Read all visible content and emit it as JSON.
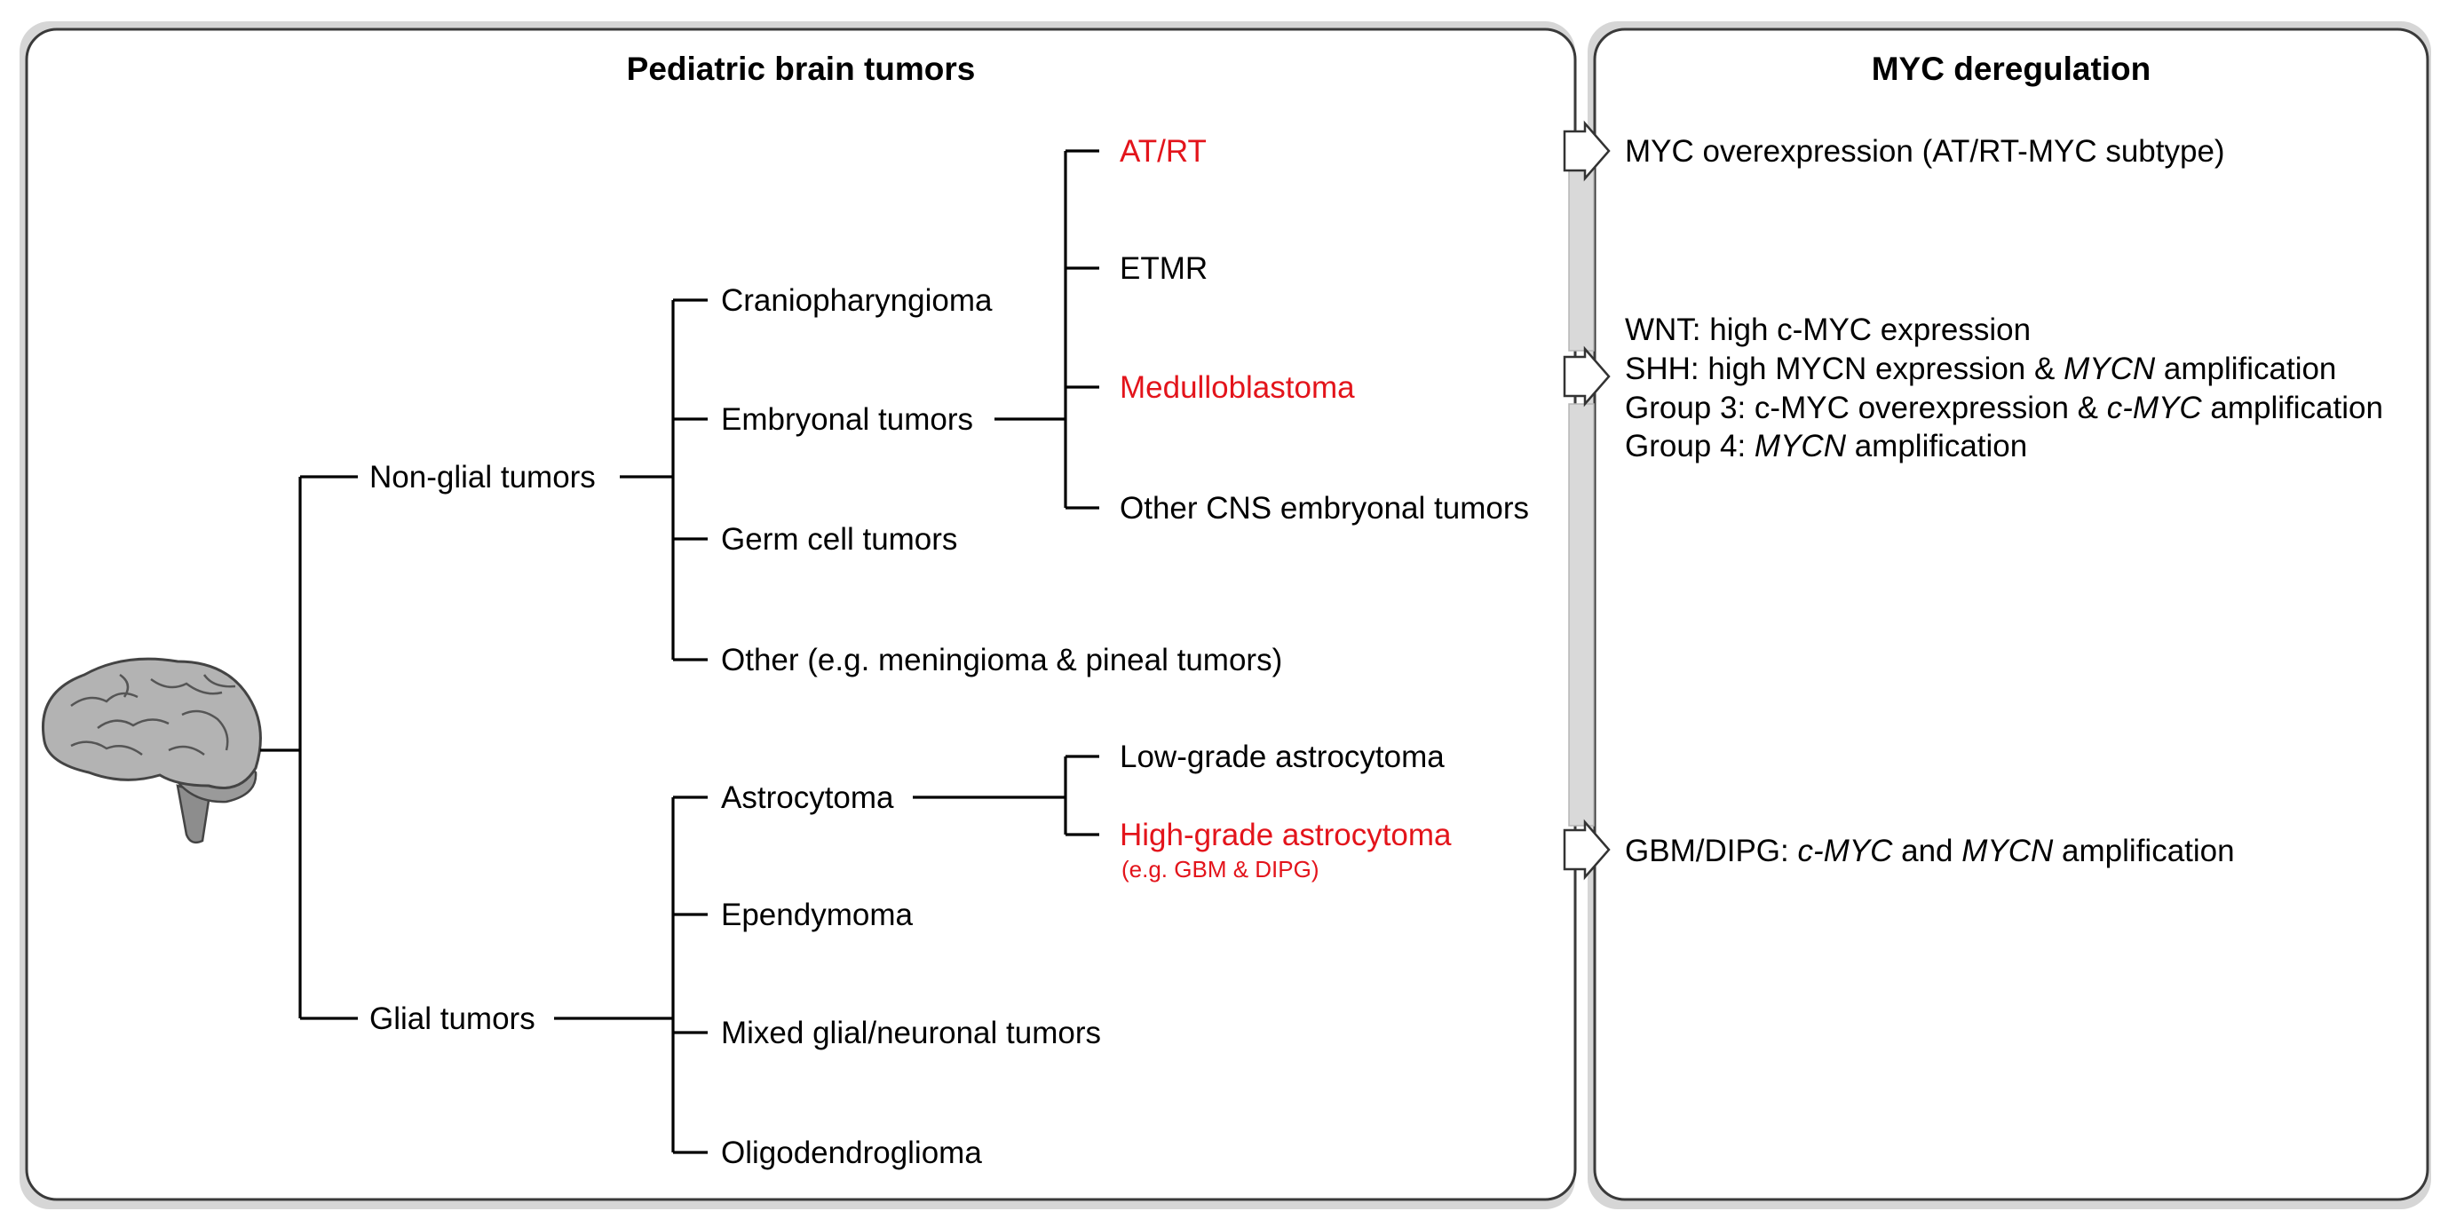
{
  "left_panel": {
    "title": "Pediatric brain tumors"
  },
  "right_panel": {
    "title": "MYC deregulation"
  },
  "icons": {
    "brain": "brain-icon"
  },
  "colors": {
    "highlight": "#e3141b",
    "text": "#000000",
    "frame": "#3a3a3a"
  },
  "tree": {
    "non_glial": "Non-glial tumors",
    "glial": "Glial tumors",
    "craniopharyngioma": "Craniopharyngioma",
    "embryonal": "Embryonal tumors",
    "germ_cell": "Germ cell tumors",
    "other": "Other (e.g. meningioma & pineal tumors)",
    "atrt": "AT/RT",
    "etmr": "ETMR",
    "medulloblastoma": "Medulloblastoma",
    "other_cns": "Other CNS embryonal tumors",
    "astrocytoma": "Astrocytoma",
    "ependymoma": "Ependymoma",
    "mixed": "Mixed glial/neuronal tumors",
    "oligo": "Oligodendroglioma",
    "low_grade": "Low-grade astrocytoma",
    "high_grade": "High-grade astrocytoma",
    "high_grade_note": "(e.g. GBM & DIPG)"
  },
  "myc": {
    "atrt": "MYC overexpression (AT/RT-MYC subtype)",
    "wnt_a": "WNT: high c-MYC expression",
    "shh_a": "SHH: high MYCN expression & ",
    "shh_b": "MYCN",
    "shh_c": " amplification",
    "g3_a": "Group 3: c-MYC overexpression & ",
    "g3_b": "c-MYC",
    "g3_c": " amplification",
    "g4_a": "Group 4: ",
    "g4_b": "MYCN",
    "g4_c": " amplification",
    "gbm_a": "GBM/DIPG: ",
    "gbm_b": "c-MYC",
    "gbm_c": " and ",
    "gbm_d": "MYCN",
    "gbm_e": " amplification"
  }
}
